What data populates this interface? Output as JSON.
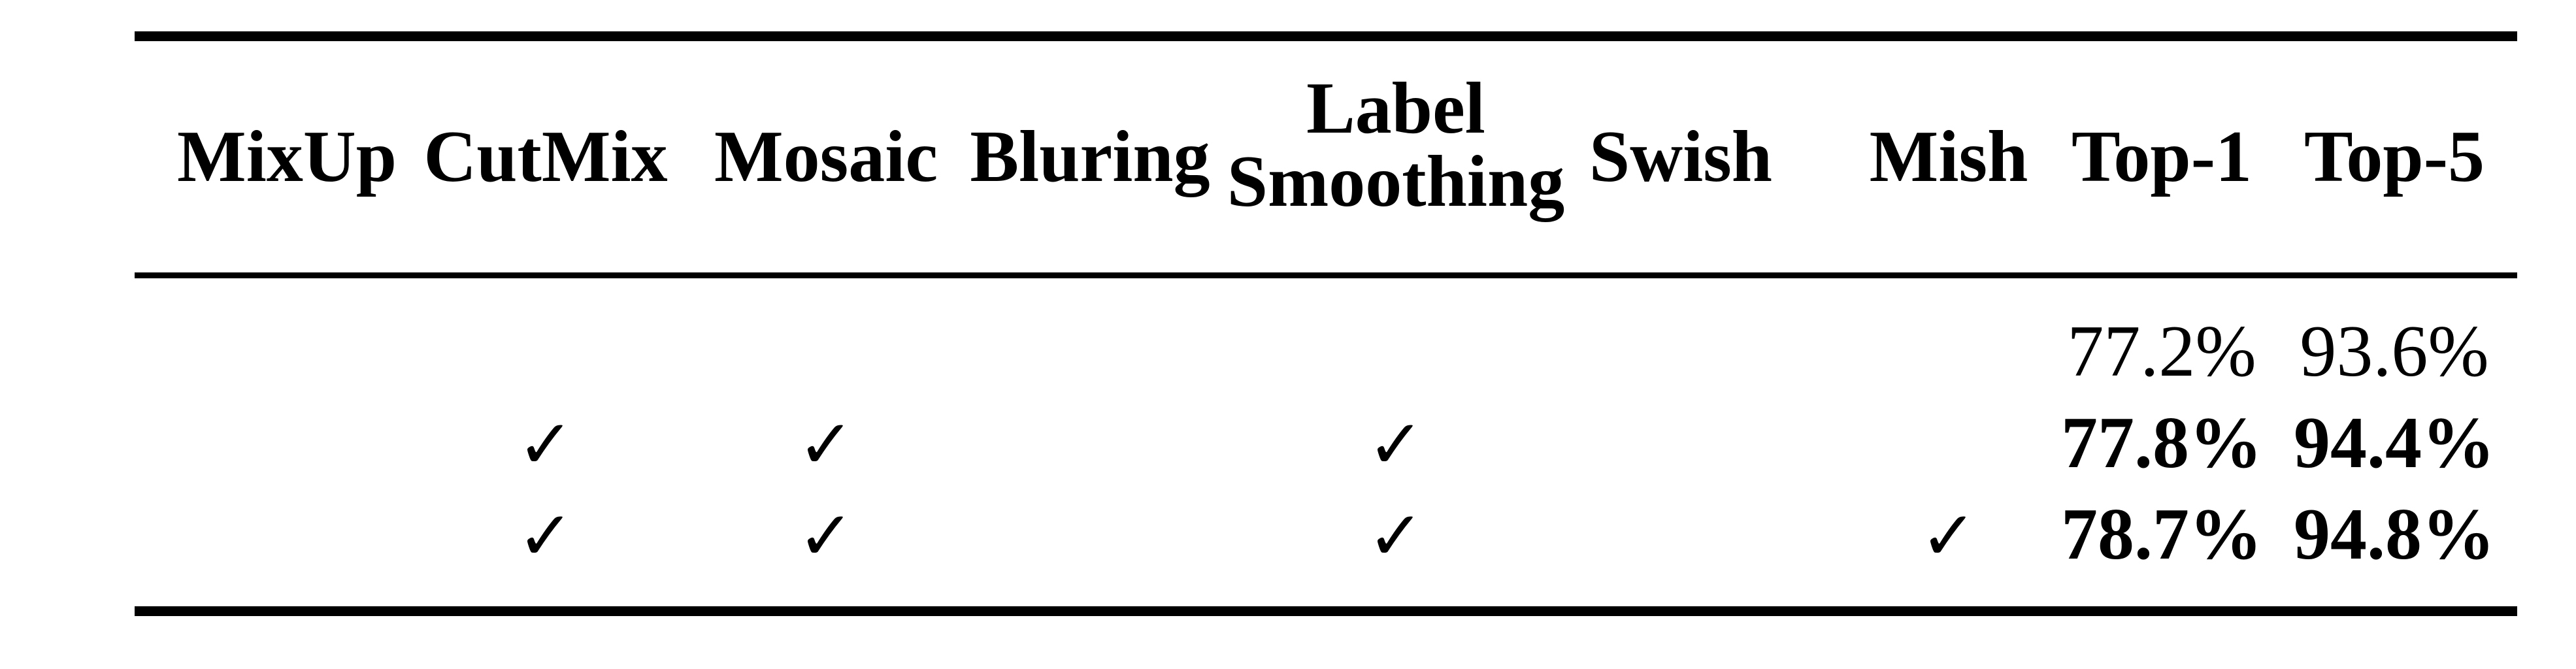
{
  "table": {
    "headers": [
      {
        "key": "mixup",
        "lines": [
          "MixUp"
        ]
      },
      {
        "key": "cutmix",
        "lines": [
          "CutMix"
        ]
      },
      {
        "key": "mosaic",
        "lines": [
          "Mosaic"
        ]
      },
      {
        "key": "bluring",
        "lines": [
          "Bluring"
        ]
      },
      {
        "key": "label_smoothing",
        "lines": [
          "Label",
          "Smoothing"
        ]
      },
      {
        "key": "swish",
        "lines": [
          "Swish"
        ]
      },
      {
        "key": "mish",
        "lines": [
          "Mish"
        ]
      },
      {
        "key": "top1",
        "lines": [
          "Top-1"
        ]
      },
      {
        "key": "top5",
        "lines": [
          "Top-5"
        ]
      }
    ],
    "check_mark": "✓",
    "rows": [
      {
        "checks": {
          "mixup": false,
          "cutmix": false,
          "mosaic": false,
          "bluring": false,
          "label_smoothing": false,
          "swish": false,
          "mish": false
        },
        "top1": "77.2%",
        "top5": "93.6%",
        "bold": false
      },
      {
        "checks": {
          "mixup": false,
          "cutmix": true,
          "mosaic": true,
          "bluring": false,
          "label_smoothing": true,
          "swish": false,
          "mish": false
        },
        "top1": "77.8%",
        "top5": "94.4%",
        "bold": true
      },
      {
        "checks": {
          "mixup": false,
          "cutmix": true,
          "mosaic": true,
          "bluring": false,
          "label_smoothing": true,
          "swish": false,
          "mish": true
        },
        "top1": "78.7%",
        "top5": "94.8%",
        "bold": true
      }
    ]
  }
}
